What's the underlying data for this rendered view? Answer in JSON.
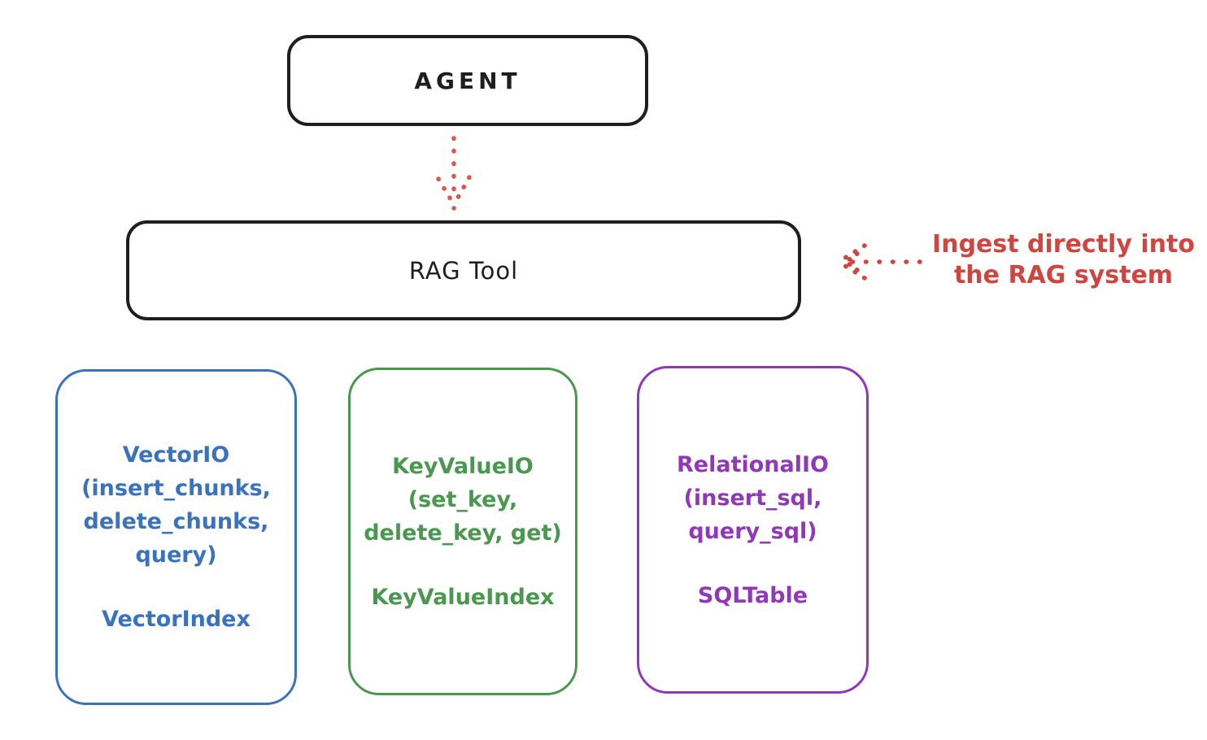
{
  "diagram": {
    "background": "#ffffff",
    "line_color": "#1e1e1e",
    "accent_red": "#cf4640"
  },
  "nodes": {
    "agent": {
      "label": "AGENT",
      "border_color": "#1e1e1e"
    },
    "rag_tool": {
      "label": "RAG Tool",
      "border_color": "#1e1e1e"
    }
  },
  "annotation": {
    "line1": "Ingest directly into",
    "line2": "the RAG system",
    "color": "#cf4640"
  },
  "arrows": [
    {
      "id": "agent-to-rag-tool",
      "style": "dotted",
      "color": "#de5450",
      "direction": "down"
    },
    {
      "id": "ingest-into-rag",
      "style": "dotted",
      "color": "#cf4640",
      "direction": "left",
      "points_at": "RAG Tool"
    }
  ],
  "storage_boxes": [
    {
      "id": "vector-io",
      "color": "#3b72bd",
      "lines": [
        "VectorIO",
        "(insert_chunks,",
        "delete_chunks,",
        "query)"
      ],
      "index": "VectorIndex"
    },
    {
      "id": "key-value-io",
      "color": "#4a9850",
      "lines": [
        "KeyValueIO",
        "(set_key,",
        "delete_key, get)"
      ],
      "index": "KeyValueIndex"
    },
    {
      "id": "relational-io",
      "color": "#9038b8",
      "lines": [
        "RelationalIO",
        "(insert_sql,",
        "query_sql)"
      ],
      "index": "SQLTable"
    }
  ]
}
